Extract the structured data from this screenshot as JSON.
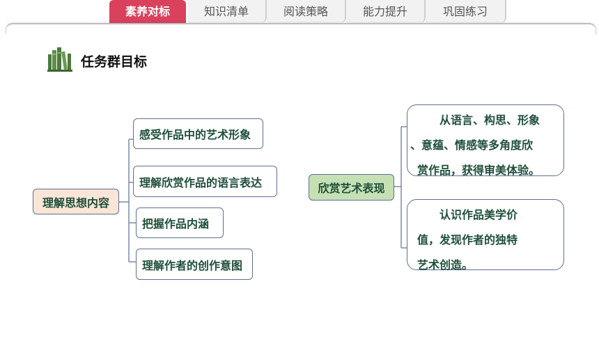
{
  "tabs": [
    {
      "label": "素养对标",
      "active": true
    },
    {
      "label": "知识清单",
      "active": false
    },
    {
      "label": "阅读策略",
      "active": false
    },
    {
      "label": "能力提升",
      "active": false
    },
    {
      "label": "巩固练习",
      "active": false
    }
  ],
  "section": {
    "title": "任务群目标",
    "icon": "books-icon"
  },
  "left_map": {
    "root": "理解思想内容",
    "branches": [
      "感受作品中的艺术形象",
      "理解欣赏作品的语言表达",
      "把握作品内涵",
      "理解作者的创作意图"
    ]
  },
  "right_map": {
    "root": "欣赏艺术表现",
    "branches": [
      [
        "从语言、构思、形象",
        "、意蕴、情感等多角度欣",
        "赏作品，获得审美体验。"
      ],
      [
        "认识作品美学价",
        "值，发现作者的独特",
        "艺术创造。"
      ]
    ]
  },
  "colors": {
    "accent": "#d9415d",
    "text": "#1f4f3a",
    "root_left_fill": "#fbe5d6",
    "root_right_fill": "#c5e0b4"
  }
}
